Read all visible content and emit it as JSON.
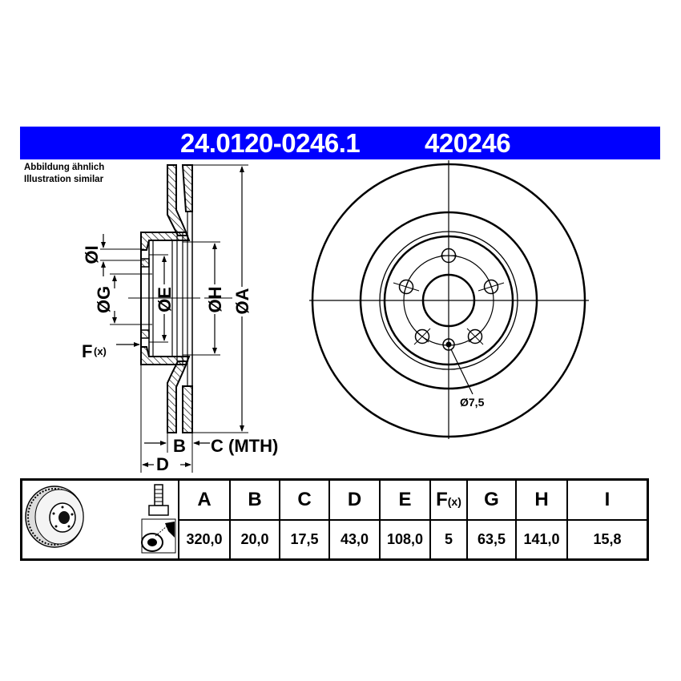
{
  "header": {
    "part_number": "24.0120-0246.1",
    "alt_number": "420246",
    "background_color": "#0000ff",
    "text_color": "#ffffff"
  },
  "note": {
    "line1": "Abbildung ähnlich",
    "line2": "Illustration similar"
  },
  "side_view": {
    "labels": {
      "I": "ØI",
      "G": "ØG",
      "E": "ØE",
      "H": "ØH",
      "A": "ØA",
      "F": "F",
      "F_sub": "(x)",
      "B": "B",
      "C": "C (MTH)",
      "D": "D"
    }
  },
  "front_view": {
    "hole_label": "Ø7,5",
    "bolt_holes": 5
  },
  "table": {
    "icons": [
      "brake-disc-icon",
      "bolt-icon",
      "spray-icon"
    ],
    "columns": [
      {
        "key": "A",
        "label": "A",
        "value": "320,0"
      },
      {
        "key": "B",
        "label": "B",
        "value": "20,0"
      },
      {
        "key": "C",
        "label": "C",
        "value": "17,5"
      },
      {
        "key": "D",
        "label": "D",
        "value": "43,0"
      },
      {
        "key": "E",
        "label": "E",
        "value": "108,0"
      },
      {
        "key": "F",
        "label": "F",
        "label_sub": "(x)",
        "value": "5"
      },
      {
        "key": "G",
        "label": "G",
        "value": "63,5"
      },
      {
        "key": "H",
        "label": "H",
        "value": "141,0"
      },
      {
        "key": "I",
        "label": "I",
        "value": "15,8"
      }
    ]
  }
}
